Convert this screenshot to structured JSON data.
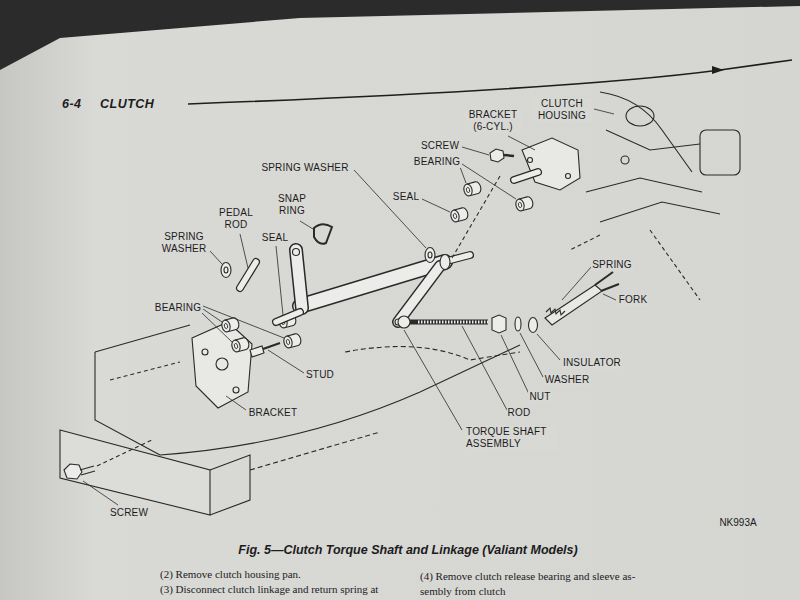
{
  "diagram": {
    "caption": "Fig. 5—Clutch Torque Shaft and Linkage (Valiant Models)",
    "labels": [
      "6-4",
      "CLUTCH",
      "CLUTCH HOUSING",
      "BRACKET (6-CYL.)",
      "SCREW",
      "BEARING",
      "SEAL",
      "SPRING WASHER",
      "SNAP RING",
      "PEDAL ROD",
      "SPRING WASHER",
      "SEAL",
      "BEARING",
      "STUD",
      "BRACKET",
      "SCREW",
      "SPRING",
      "FORK",
      "INSULATOR",
      "WASHER",
      "NUT",
      "ROD",
      "TORQUE SHAFT ASSEMBLY",
      "NK993A",
      "(2) Remove clutch housing pan.",
      "(3) Disconnect clutch linkage and return spring at",
      "(4) Remove clutch release bearing and sleeve as-",
      "sembly from clutch"
    ]
  }
}
